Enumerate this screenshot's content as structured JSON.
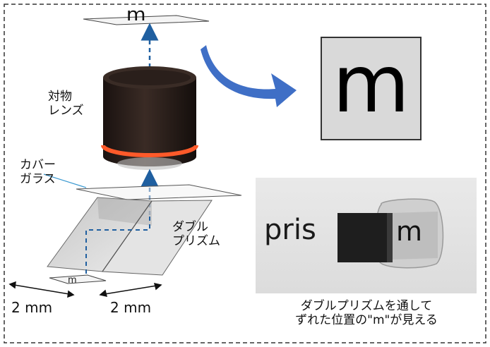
{
  "labels": {
    "objective_lens": "対物\nレンズ",
    "cover_glass": "カバー\nガラス",
    "double_prism": "ダブル\nプリズム",
    "dim_left": "2 mm",
    "dim_right": "2 mm"
  },
  "caption": "ダブルプリズムを通して\nずれた位置の\"m\"が見える",
  "sample_letter": "m",
  "photo_text": "pris",
  "photo_m": "m",
  "colors": {
    "lens_body": "#2b1f1a",
    "lens_ring": "#ff5a2a",
    "arrow": "#3f6fc6",
    "dashed_path": "#1f5fa0",
    "view_bg": "#d9d9d9",
    "photo_bg": "#e6e6e6"
  }
}
